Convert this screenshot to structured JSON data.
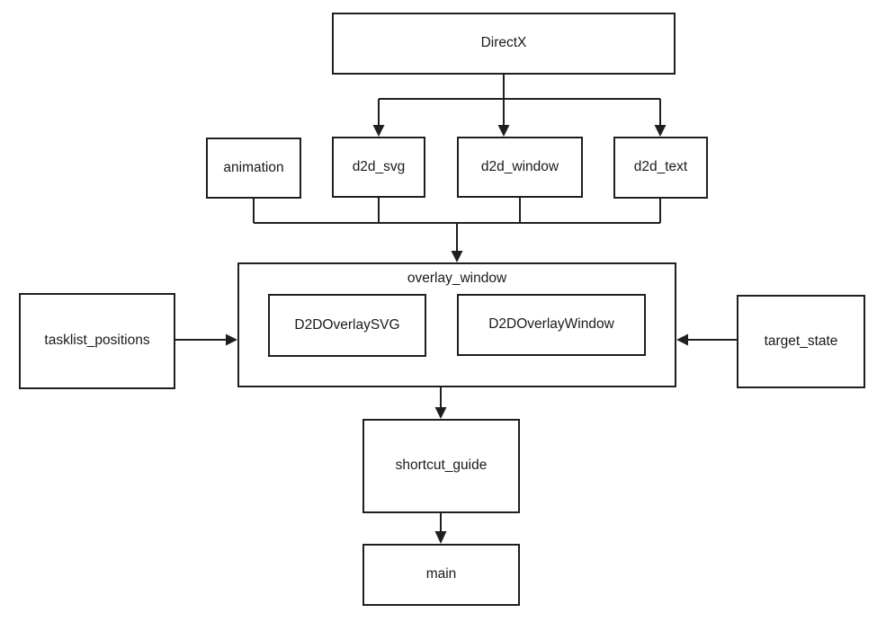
{
  "diagram": {
    "type": "module-dependency-flowchart",
    "colors": {
      "background": "#ffffff",
      "box_border": "#1f1f1f",
      "line": "#1f1f1f",
      "text": "#1a1a1a"
    },
    "nodes": {
      "directx": {
        "label": "DirectX"
      },
      "animation": {
        "label": "animation"
      },
      "d2d_svg": {
        "label": "d2d_svg"
      },
      "d2d_window": {
        "label": "d2d_window"
      },
      "d2d_text": {
        "label": "d2d_text"
      },
      "overlay_window": {
        "label": "overlay_window"
      },
      "d2d_overlay_svg": {
        "label": "D2DOverlaySVG"
      },
      "d2d_overlay_window": {
        "label": "D2DOverlayWindow"
      },
      "tasklist_positions": {
        "label": "tasklist_positions"
      },
      "target_state": {
        "label": "target_state"
      },
      "shortcut_guide": {
        "label": "shortcut_guide"
      },
      "main": {
        "label": "main"
      }
    },
    "edges": [
      {
        "from": "DirectX",
        "to": "d2d_svg"
      },
      {
        "from": "DirectX",
        "to": "d2d_window"
      },
      {
        "from": "DirectX",
        "to": "d2d_text"
      },
      {
        "from": "animation",
        "to": "overlay_window"
      },
      {
        "from": "d2d_svg",
        "to": "overlay_window"
      },
      {
        "from": "d2d_window",
        "to": "overlay_window"
      },
      {
        "from": "d2d_text",
        "to": "overlay_window"
      },
      {
        "from": "tasklist_positions",
        "to": "overlay_window"
      },
      {
        "from": "target_state",
        "to": "overlay_window"
      },
      {
        "from": "overlay_window",
        "to": "shortcut_guide"
      },
      {
        "from": "shortcut_guide",
        "to": "main"
      }
    ]
  }
}
